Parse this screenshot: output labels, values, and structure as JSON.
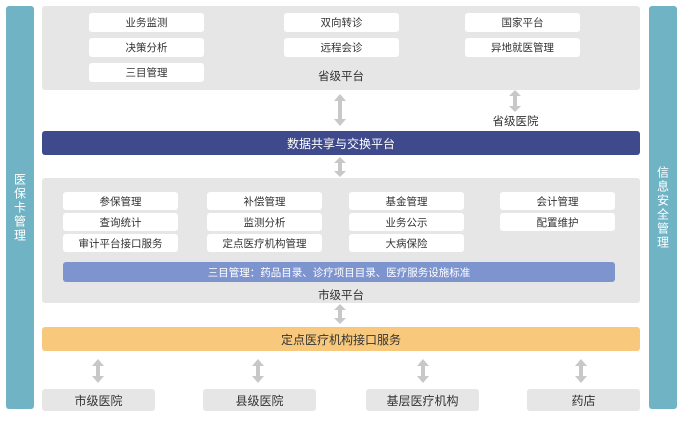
{
  "left_sidebar": {
    "label": "医保卡管理"
  },
  "right_sidebar": {
    "label": "信息安全管理"
  },
  "provincial": {
    "label": "省级平台",
    "items": [
      "业务监测",
      "决策分析",
      "三目管理",
      "双向转诊",
      "远程会诊",
      "国家平台",
      "异地就医管理"
    ]
  },
  "provincial_hospital": {
    "label": "省级医院"
  },
  "exchange": {
    "label": "数据共享与交换平台"
  },
  "municipal": {
    "label": "市级平台",
    "items": [
      "参保管理",
      "查询统计",
      "审计平台接口服务",
      "补偿管理",
      "监测分析",
      "定点医疗机构管理",
      "基金管理",
      "业务公示",
      "大病保险",
      "会计管理",
      "配置维护"
    ],
    "catalog": "三目管理：药品目录、诊疗项目目录、医疗服务设施标准"
  },
  "interface": {
    "label": "定点医疗机构接口服务"
  },
  "bottom": {
    "items": [
      "市级医院",
      "县级医院",
      "基层医疗机构",
      "药店"
    ]
  },
  "colors": {
    "sidebar": "#6fb3c4",
    "panel": "#e6e6e6",
    "exchange_band": "#3f4a8c",
    "catalog_band": "#7e94cf",
    "interface_band": "#f8c97d",
    "arrow": "#c8c8c8"
  },
  "icons": {
    "connector": "double-arrow-vertical-icon"
  }
}
